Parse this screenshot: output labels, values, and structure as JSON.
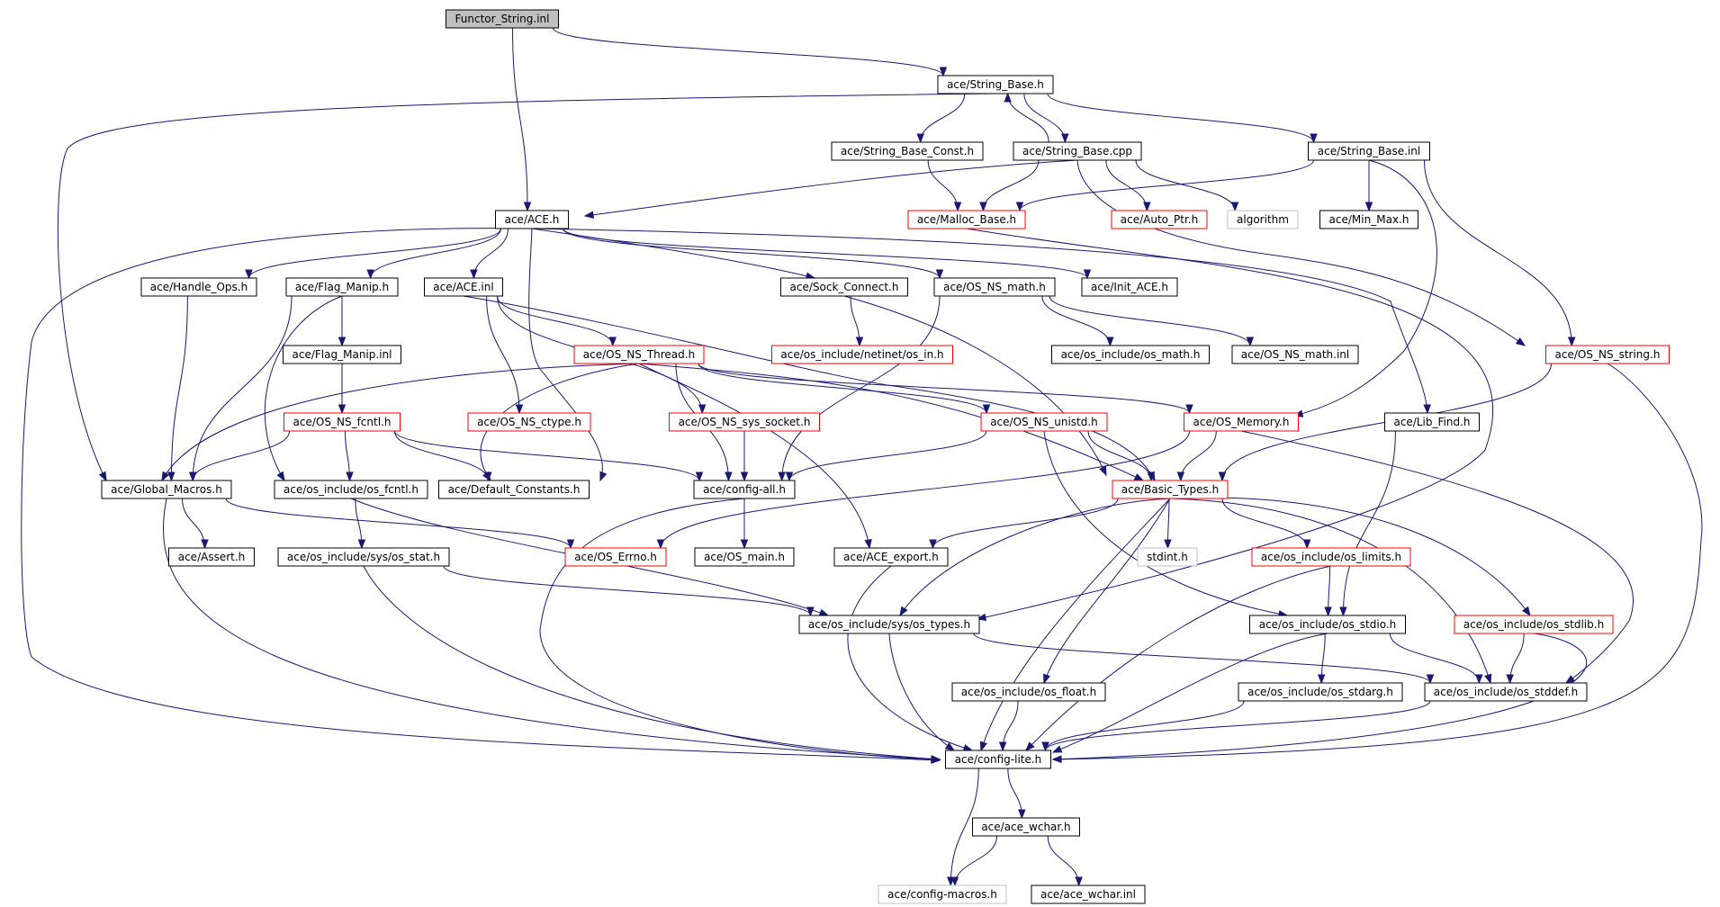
{
  "style": {
    "edge_color": "#191970",
    "root_fill": "#bfbfbf",
    "normal_border": "#000000",
    "truncated_border": "#ff0000",
    "external_border": "#bfbfbf",
    "external_text": "#000000"
  },
  "nodes": [
    {
      "id": "root",
      "label": "Functor_String.inl",
      "kind": "root"
    },
    {
      "id": "string_base_h",
      "label": "ace/String_Base.h",
      "kind": "normal"
    },
    {
      "id": "string_base_const_h",
      "label": "ace/String_Base_Const.h",
      "kind": "normal"
    },
    {
      "id": "string_base_cpp",
      "label": "ace/String_Base.cpp",
      "kind": "normal"
    },
    {
      "id": "string_base_inl",
      "label": "ace/String_Base.inl",
      "kind": "normal"
    },
    {
      "id": "ace_h",
      "label": "ace/ACE.h",
      "kind": "normal"
    },
    {
      "id": "malloc_base_h",
      "label": "ace/Malloc_Base.h",
      "kind": "truncated"
    },
    {
      "id": "auto_ptr_h",
      "label": "ace/Auto_Ptr.h",
      "kind": "truncated"
    },
    {
      "id": "algorithm",
      "label": "algorithm",
      "kind": "external"
    },
    {
      "id": "min_max_h",
      "label": "ace/Min_Max.h",
      "kind": "normal"
    },
    {
      "id": "handle_ops_h",
      "label": "ace/Handle_Ops.h",
      "kind": "normal"
    },
    {
      "id": "flag_manip_h",
      "label": "ace/Flag_Manip.h",
      "kind": "normal"
    },
    {
      "id": "ace_inl",
      "label": "ace/ACE.inl",
      "kind": "normal"
    },
    {
      "id": "sock_connect_h",
      "label": "ace/Sock_Connect.h",
      "kind": "normal"
    },
    {
      "id": "os_ns_math_h",
      "label": "ace/OS_NS_math.h",
      "kind": "normal"
    },
    {
      "id": "init_ace_h",
      "label": "ace/Init_ACE.h",
      "kind": "normal"
    },
    {
      "id": "flag_manip_inl",
      "label": "ace/Flag_Manip.inl",
      "kind": "normal"
    },
    {
      "id": "os_ns_thread_h",
      "label": "ace/OS_NS_Thread.h",
      "kind": "truncated"
    },
    {
      "id": "os_in_h",
      "label": "ace/os_include/netinet/os_in.h",
      "kind": "truncated"
    },
    {
      "id": "os_math_h",
      "label": "ace/os_include/os_math.h",
      "kind": "normal"
    },
    {
      "id": "os_ns_math_inl",
      "label": "ace/OS_NS_math.inl",
      "kind": "normal"
    },
    {
      "id": "os_ns_string_h",
      "label": "ace/OS_NS_string.h",
      "kind": "truncated"
    },
    {
      "id": "os_ns_fcntl_h",
      "label": "ace/OS_NS_fcntl.h",
      "kind": "truncated"
    },
    {
      "id": "os_ns_ctype_h",
      "label": "ace/OS_NS_ctype.h",
      "kind": "truncated"
    },
    {
      "id": "os_ns_sys_socket_h",
      "label": "ace/OS_NS_sys_socket.h",
      "kind": "truncated"
    },
    {
      "id": "os_ns_unistd_h",
      "label": "ace/OS_NS_unistd.h",
      "kind": "truncated"
    },
    {
      "id": "os_memory_h",
      "label": "ace/OS_Memory.h",
      "kind": "truncated"
    },
    {
      "id": "lib_find_h",
      "label": "ace/Lib_Find.h",
      "kind": "normal"
    },
    {
      "id": "global_macros_h",
      "label": "ace/Global_Macros.h",
      "kind": "normal"
    },
    {
      "id": "os_fcntl_h",
      "label": "ace/os_include/os_fcntl.h",
      "kind": "normal"
    },
    {
      "id": "default_constants_h",
      "label": "ace/Default_Constants.h",
      "kind": "normal"
    },
    {
      "id": "config_all_h",
      "label": "ace/config-all.h",
      "kind": "normal"
    },
    {
      "id": "basic_types_h",
      "label": "ace/Basic_Types.h",
      "kind": "truncated"
    },
    {
      "id": "assert_h",
      "label": "ace/Assert.h",
      "kind": "normal"
    },
    {
      "id": "os_stat_h",
      "label": "ace/os_include/sys/os_stat.h",
      "kind": "normal"
    },
    {
      "id": "os_errno_h",
      "label": "ace/OS_Errno.h",
      "kind": "truncated"
    },
    {
      "id": "os_main_h",
      "label": "ace/OS_main.h",
      "kind": "normal"
    },
    {
      "id": "ace_export_h",
      "label": "ace/ACE_export.h",
      "kind": "normal"
    },
    {
      "id": "stdint_h",
      "label": "stdint.h",
      "kind": "external"
    },
    {
      "id": "os_limits_h",
      "label": "ace/os_include/os_limits.h",
      "kind": "truncated"
    },
    {
      "id": "os_types_h",
      "label": "ace/os_include/sys/os_types.h",
      "kind": "normal"
    },
    {
      "id": "os_stdio_h",
      "label": "ace/os_include/os_stdio.h",
      "kind": "normal"
    },
    {
      "id": "os_stdlib_h",
      "label": "ace/os_include/os_stdlib.h",
      "kind": "truncated"
    },
    {
      "id": "os_float_h",
      "label": "ace/os_include/os_float.h",
      "kind": "normal"
    },
    {
      "id": "os_stdarg_h",
      "label": "ace/os_include/os_stdarg.h",
      "kind": "normal"
    },
    {
      "id": "os_stddef_h",
      "label": "ace/os_include/os_stddef.h",
      "kind": "normal"
    },
    {
      "id": "config_lite_h",
      "label": "ace/config-lite.h",
      "kind": "normal"
    },
    {
      "id": "ace_wchar_h",
      "label": "ace/ace_wchar.h",
      "kind": "normal"
    },
    {
      "id": "config_macros_h",
      "label": "ace/config-macros.h",
      "kind": "external"
    },
    {
      "id": "ace_wchar_inl",
      "label": "ace/ace_wchar.inl",
      "kind": "normal"
    }
  ],
  "edges": [
    [
      "root",
      "string_base_h"
    ],
    [
      "root",
      "ace_h"
    ],
    [
      "string_base_h",
      "global_macros_h"
    ],
    [
      "string_base_h",
      "string_base_const_h"
    ],
    [
      "string_base_h",
      "string_base_cpp"
    ],
    [
      "string_base_h",
      "string_base_inl"
    ],
    [
      "string_base_cpp",
      "string_base_h"
    ],
    [
      "string_base_const_h",
      "malloc_base_h"
    ],
    [
      "string_base_cpp",
      "ace_h"
    ],
    [
      "string_base_cpp",
      "malloc_base_h"
    ],
    [
      "string_base_cpp",
      "auto_ptr_h"
    ],
    [
      "string_base_cpp",
      "algorithm"
    ],
    [
      "string_base_cpp",
      "os_ns_string_h"
    ],
    [
      "string_base_inl",
      "malloc_base_h"
    ],
    [
      "string_base_inl",
      "min_max_h"
    ],
    [
      "string_base_inl",
      "os_ns_string_h"
    ],
    [
      "string_base_inl",
      "os_memory_h"
    ],
    [
      "malloc_base_h",
      "os_types_h"
    ],
    [
      "ace_h",
      "config_lite_h"
    ],
    [
      "ace_h",
      "handle_ops_h"
    ],
    [
      "ace_h",
      "flag_manip_h"
    ],
    [
      "ace_h",
      "ace_inl"
    ],
    [
      "ace_h",
      "sock_connect_h"
    ],
    [
      "ace_h",
      "os_ns_math_h"
    ],
    [
      "ace_h",
      "init_ace_h"
    ],
    [
      "ace_h",
      "lib_find_h"
    ],
    [
      "ace_h",
      "default_constants_h"
    ],
    [
      "handle_ops_h",
      "global_macros_h"
    ],
    [
      "flag_manip_h",
      "flag_manip_inl"
    ],
    [
      "flag_manip_h",
      "global_macros_h"
    ],
    [
      "flag_manip_h",
      "os_fcntl_h"
    ],
    [
      "flag_manip_inl",
      "os_ns_fcntl_h"
    ],
    [
      "ace_inl",
      "os_ns_thread_h"
    ],
    [
      "ace_inl",
      "os_ns_ctype_h"
    ],
    [
      "ace_inl",
      "os_ns_sys_socket_h"
    ],
    [
      "ace_inl",
      "basic_types_h"
    ],
    [
      "sock_connect_h",
      "os_in_h"
    ],
    [
      "sock_connect_h",
      "basic_types_h"
    ],
    [
      "os_ns_math_h",
      "os_math_h"
    ],
    [
      "os_ns_math_h",
      "os_ns_math_inl"
    ],
    [
      "os_ns_math_h",
      "config_all_h"
    ],
    [
      "os_ns_thread_h",
      "global_macros_h"
    ],
    [
      "os_ns_thread_h",
      "default_constants_h"
    ],
    [
      "os_ns_thread_h",
      "config_all_h"
    ],
    [
      "os_ns_thread_h",
      "ace_export_h"
    ],
    [
      "os_ns_thread_h",
      "os_ns_unistd_h"
    ],
    [
      "os_ns_thread_h",
      "os_memory_h"
    ],
    [
      "os_ns_thread_h",
      "basic_types_h"
    ],
    [
      "os_ns_fcntl_h",
      "global_macros_h"
    ],
    [
      "os_ns_fcntl_h",
      "os_fcntl_h"
    ],
    [
      "os_ns_fcntl_h",
      "default_constants_h"
    ],
    [
      "os_ns_fcntl_h",
      "config_all_h"
    ],
    [
      "os_ns_sys_socket_h",
      "config_all_h"
    ],
    [
      "os_ns_unistd_h",
      "config_all_h"
    ],
    [
      "os_ns_unistd_h",
      "basic_types_h"
    ],
    [
      "os_ns_unistd_h",
      "os_stdio_h"
    ],
    [
      "os_memory_h",
      "basic_types_h"
    ],
    [
      "os_memory_h",
      "os_errno_h"
    ],
    [
      "os_memory_h",
      "os_stddef_h"
    ],
    [
      "os_ns_string_h",
      "basic_types_h"
    ],
    [
      "os_ns_string_h",
      "config_lite_h"
    ],
    [
      "lib_find_h",
      "os_stdio_h"
    ],
    [
      "global_macros_h",
      "assert_h"
    ],
    [
      "global_macros_h",
      "os_errno_h"
    ],
    [
      "global_macros_h",
      "config_lite_h"
    ],
    [
      "os_fcntl_h",
      "os_stat_h"
    ],
    [
      "os_fcntl_h",
      "os_types_h"
    ],
    [
      "config_all_h",
      "os_main_h"
    ],
    [
      "config_all_h",
      "config_lite_h"
    ],
    [
      "basic_types_h",
      "ace_export_h"
    ],
    [
      "basic_types_h",
      "stdint_h"
    ],
    [
      "basic_types_h",
      "os_limits_h"
    ],
    [
      "basic_types_h",
      "os_types_h"
    ],
    [
      "basic_types_h",
      "os_float_h"
    ],
    [
      "basic_types_h",
      "os_stdlib_h"
    ],
    [
      "basic_types_h",
      "os_stddef_h"
    ],
    [
      "basic_types_h",
      "config_lite_h"
    ],
    [
      "os_stat_h",
      "os_types_h"
    ],
    [
      "os_stat_h",
      "config_lite_h"
    ],
    [
      "ace_export_h",
      "config_lite_h"
    ],
    [
      "os_limits_h",
      "os_stdio_h"
    ],
    [
      "os_limits_h",
      "config_lite_h"
    ],
    [
      "os_types_h",
      "os_stddef_h"
    ],
    [
      "os_types_h",
      "config_lite_h"
    ],
    [
      "os_stdio_h",
      "os_stdarg_h"
    ],
    [
      "os_stdio_h",
      "os_stddef_h"
    ],
    [
      "os_stdio_h",
      "config_lite_h"
    ],
    [
      "os_stdlib_h",
      "os_stddef_h"
    ],
    [
      "os_stdlib_h",
      "config_lite_h"
    ],
    [
      "os_float_h",
      "config_lite_h"
    ],
    [
      "os_stdarg_h",
      "config_lite_h"
    ],
    [
      "os_stddef_h",
      "config_lite_h"
    ],
    [
      "config_lite_h",
      "ace_wchar_h"
    ],
    [
      "config_lite_h",
      "config_macros_h"
    ],
    [
      "ace_wchar_h",
      "config_macros_h"
    ],
    [
      "ace_wchar_h",
      "ace_wchar_inl"
    ]
  ]
}
